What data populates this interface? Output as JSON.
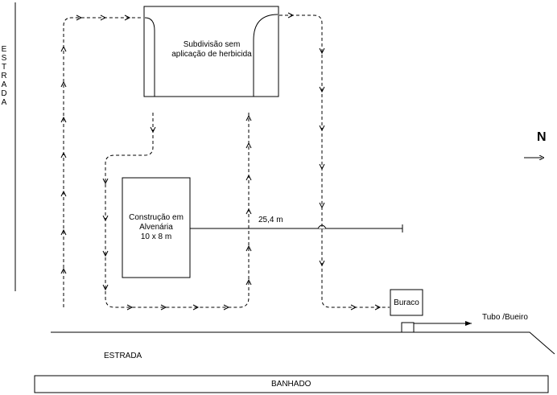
{
  "labels": {
    "road_left_letters": [
      "E",
      "S",
      "T",
      "R",
      "A",
      "D",
      "A"
    ],
    "subdivision": [
      "Subdivisão sem",
      "aplicação de herbicida"
    ],
    "construction": [
      "Construção em",
      "Alvenária",
      "10 x 8 m"
    ],
    "distance": "25,4 m",
    "hole": "Buraco",
    "pipe": "Tubo /Bueiro",
    "road_bottom": "ESTRADA",
    "wetland": "BANHADO",
    "north": "N"
  },
  "colors": {
    "line": "#000000",
    "background": "#ffffff"
  }
}
